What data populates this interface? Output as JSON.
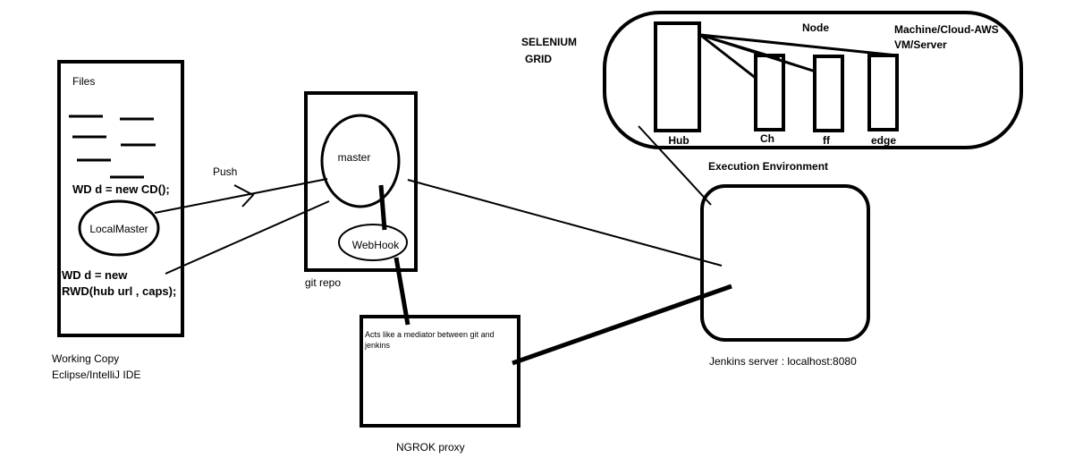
{
  "selenium_grid": {
    "title_line1": "SELENIUM",
    "title_line2": "GRID",
    "node_label": "Node",
    "machine_line1": "Machine/Cloud-AWS",
    "machine_line2": "VM/Server",
    "hub_label": "Hub",
    "browsers": [
      "Ch",
      "ff",
      "edge"
    ],
    "env_label": "Execution Environment"
  },
  "working_copy": {
    "files_label": "Files",
    "code_line1": "WD d = new CD();",
    "local_master": "LocalMaster",
    "code_line2": "WD d = new",
    "code_line3": "RWD(hub url , caps);",
    "caption_line1": "Working Copy",
    "caption_line2": "Eclipse/IntelliJ IDE"
  },
  "push_label": "Push",
  "git_repo": {
    "master_label": "master",
    "webhook_label": "WebHook",
    "caption": "git repo"
  },
  "ngrok": {
    "description_line1": "Acts like a mediator between git and",
    "description_line2": "jenkins",
    "caption": "NGROK proxy"
  },
  "jenkins": {
    "caption": "Jenkins server : localhost:8080"
  }
}
